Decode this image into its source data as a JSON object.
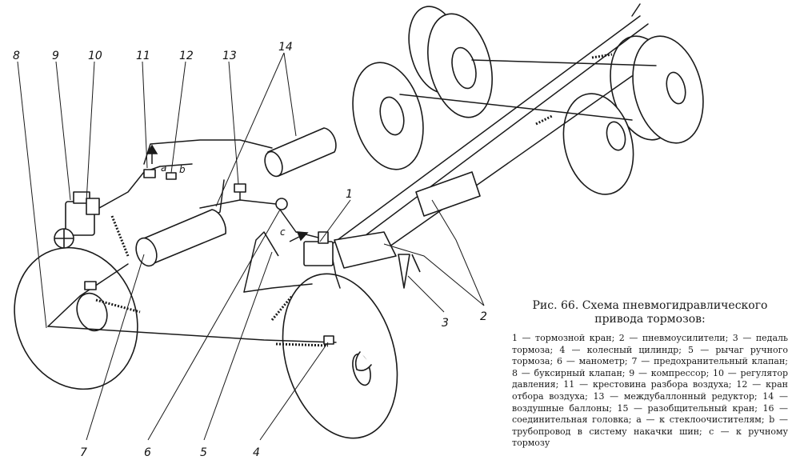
{
  "diagram": {
    "numbers": {
      "n1": "1",
      "n2": "2",
      "n3": "3",
      "n4": "4",
      "n5": "5",
      "n6": "6",
      "n7": "7",
      "n8": "8",
      "n9": "9",
      "n10": "10",
      "n11": "11",
      "n12": "12",
      "n13": "13",
      "n14": "14"
    },
    "letters": {
      "a": "a",
      "b": "b",
      "c": "c"
    }
  },
  "caption": {
    "title_line1": "Рис. 66. Схема пневмогидравлического",
    "title_line2": "привода тормозов:",
    "legend": "1 — тормозной кран; 2 — пневмоусилители; 3 — педаль тормоза; 4 — колесный цилиндр; 5 — рычаг ручного тормоза; 6 — манометр; 7 — предохранительный клапан; 8 — буксирный клапан; 9 — компрессор; 10 — регулятор давления; 11 — крестовина разбора воздуха; 12 — кран отбора воздуха; 13 — междубаллонный редуктор; 14 — воздушные баллоны; 15 — разобщительный кран; 16 — соединительная головка; a — к стеклоочистителям; b — трубопровод в систему накачки шин; c — к ручному тормозу"
  }
}
